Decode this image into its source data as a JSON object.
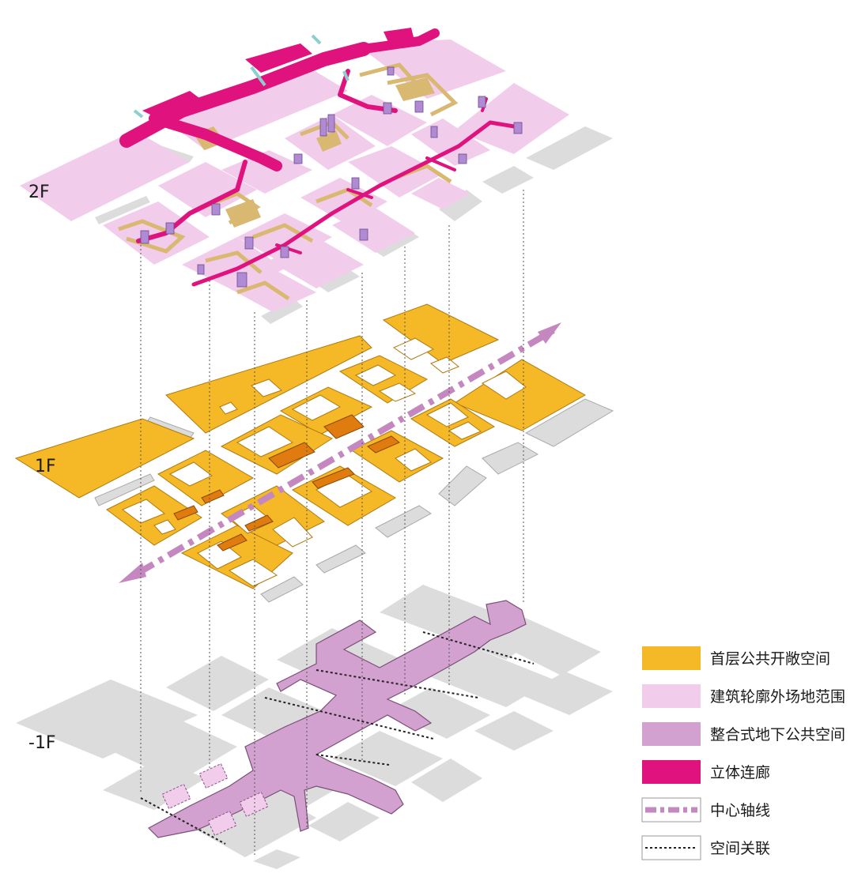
{
  "floors": [
    {
      "id": "2f",
      "label": "2F"
    },
    {
      "id": "1f",
      "label": "1F"
    },
    {
      "id": "b1",
      "label": "-1F"
    }
  ],
  "legend": [
    {
      "key": "ground-public",
      "label": "首层公共开敞空间",
      "color": "#F5B826"
    },
    {
      "key": "building-outline",
      "label": "建筑轮廓外场地范围",
      "color": "#F2CDEB"
    },
    {
      "key": "underground-public",
      "label": "整合式地下公共空间",
      "color": "#D3A1CF"
    },
    {
      "key": "skybridge",
      "label": "立体连廊",
      "color": "#E0137E"
    },
    {
      "key": "central-axis",
      "label": "中心轴线",
      "color": "#C487BF"
    },
    {
      "key": "spatial-link",
      "label": "空间关联",
      "color": "#222222"
    }
  ],
  "colors": {
    "ground_public": "#F5B826",
    "ground_dark": "#E07B10",
    "outline_pink": "#F2CDEB",
    "underground": "#D3A1CF",
    "skybridge": "#E0137E",
    "axis": "#C487BF",
    "grey_block": "#DCDCDC",
    "tan": "#D9B872",
    "kiosk": "#B08AD2"
  }
}
